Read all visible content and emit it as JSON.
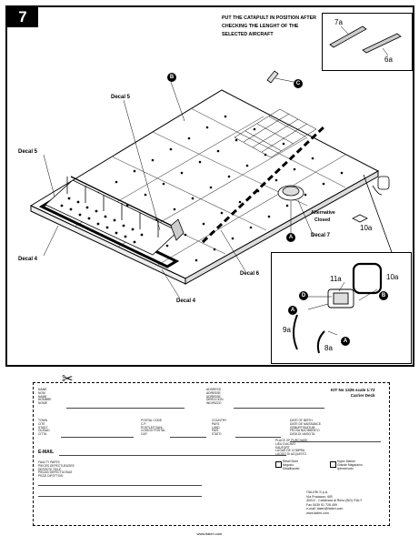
{
  "step": {
    "number": "7"
  },
  "instruction": {
    "text": "Put the catapult in position after checking the lenght of the selected aircraft"
  },
  "labels": {
    "decal_5a": "Decal 5",
    "decal_5b": "Decal 5",
    "decal_4a": "Decal 4",
    "decal_4b": "Decal 4",
    "decal_6": "Decal 6",
    "decal_7": "Decal 7",
    "alternative": "Alternative",
    "closed": "Closed"
  },
  "callouts": {
    "A": "A",
    "B": "B",
    "C": "C",
    "D": "D"
  },
  "parts": {
    "p7a": "7a",
    "p6a": "6a",
    "p10a": "10a",
    "p10a_b": "10a",
    "p11a": "11a",
    "p9a": "9a",
    "p8a": "8a"
  },
  "coupon": {
    "kit_line": "KIT No 1326 scale 1:72",
    "kit_name": "Carrier Deck",
    "email_label": "E-MAIL",
    "col1": "NAME\nNOM\nNAME\nNOMBRE\nNOME",
    "col2": "ADDRESS\nADRESSE\nADRESSE\nDIRECCION\nINDIRIZZO",
    "col3": "TOWN\nCITE\nSTADT\nCIUDAD\nCITTA",
    "col4": "POSTAL CODE\nC.P.\nPOSTLEITZAHL\nCODIGO POSTAL\nCAP",
    "col5": "COUNTRY\nPAYS\nLAND\nPAIS\nSTATO",
    "col6": "DATE OF BIRTH\nDATE DE NAISSANCE\nGEBURTSDATUM\nFECHA NACIMIENTO\nDATA DI NASCITA",
    "col7": "FAULTY PARTS\nPIECES DEFECTUEUSES\nDEFEKTE TEILE\nPIEZAS DEFECTUOSAS\nPEZZI DIFETTOSI",
    "col8": "PLACE OF PURCHASE\nLIEU D'ACHAT\nKAUFORT\nLUGAR DE COMPRA\nLUOGO DI ACQUISTO",
    "shop1": "Retail Store\nNegozio\nDetailhandel",
    "shop2": "Hyper Market\nGrande Magazzino\nIpermercato",
    "company": "ITALERI S.p.A.\nVia Pradazzo, 6/B\n40012 - Calderara di Reno (BO) ITALY\nFax 0039 51 726 459\ne-mail: italeri@italeri.com\nwww.italeri.com",
    "site": "www.italeri.com"
  }
}
